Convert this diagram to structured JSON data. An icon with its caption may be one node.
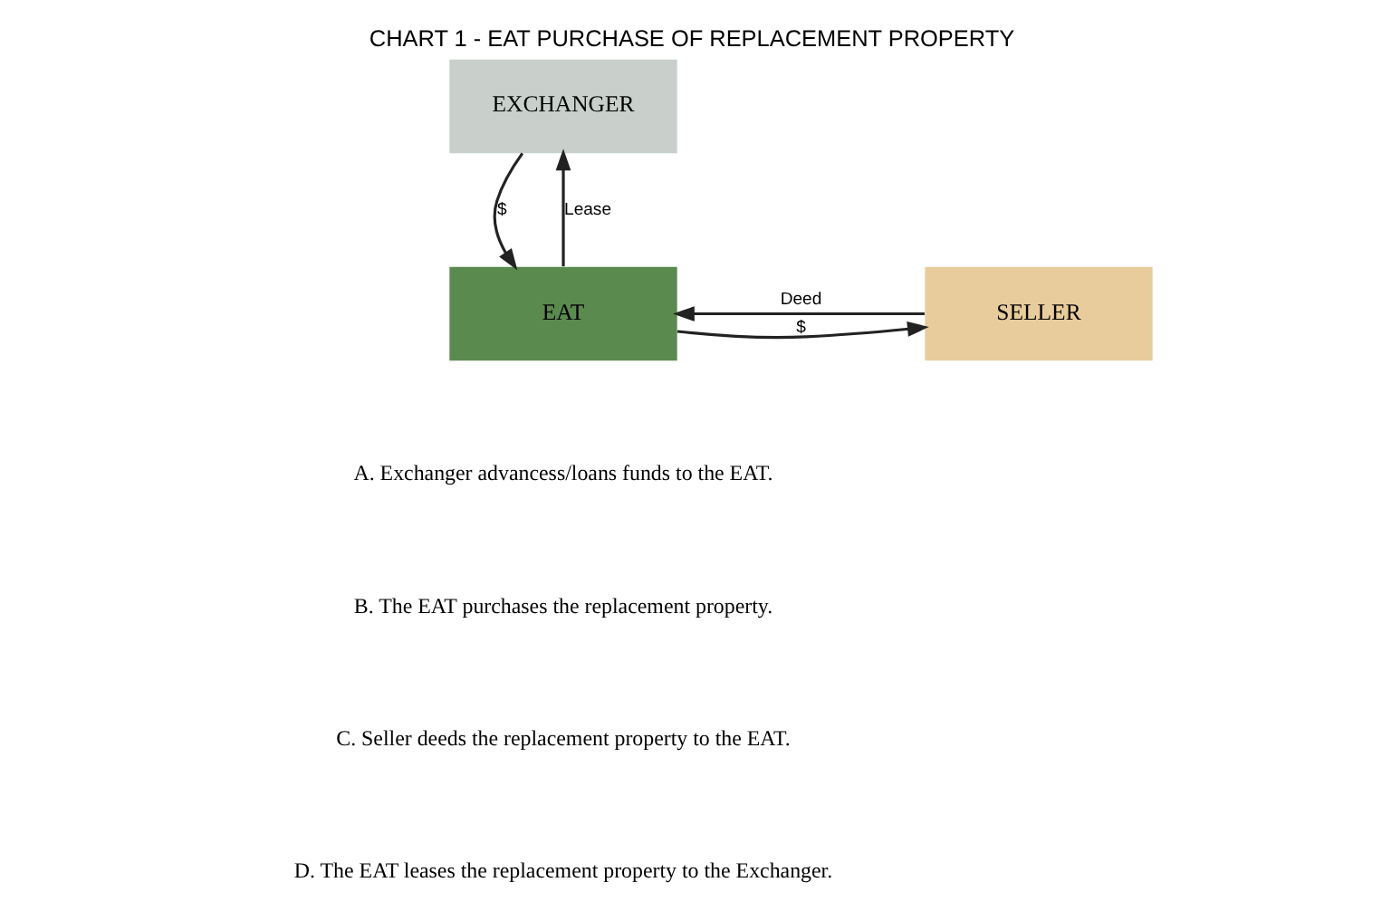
{
  "diagram": {
    "title": "CHART 1 - EAT PURCHASE OF REPLACEMENT PROPERTY",
    "nodes": [
      {
        "text": [
          "EXCHANGER"
        ]
      },
      {
        "text": [
          "EAT"
        ]
      },
      {
        "text": [
          "SELLER"
        ]
      }
    ],
    "edges": [
      {
        "from": 0,
        "to": 1,
        "arrow": "to",
        "label": "$"
      },
      {
        "from": 1,
        "to": 0,
        "arrow": "to",
        "label": "Lease"
      },
      {
        "from": 2,
        "to": 1,
        "arrow": "to",
        "label": "Deed"
      },
      {
        "from": 1,
        "to": 2,
        "arrow": "to",
        "label": "$"
      }
    ],
    "labels": [
      "A. Exchanger advancess/loans funds to the EAT.",
      "B. The EAT purchases the replacement property.",
      "C. Seller deeds the replacement property to the EAT.",
      "D. The EAT leases the replacement property to the Exchanger."
    ]
  }
}
